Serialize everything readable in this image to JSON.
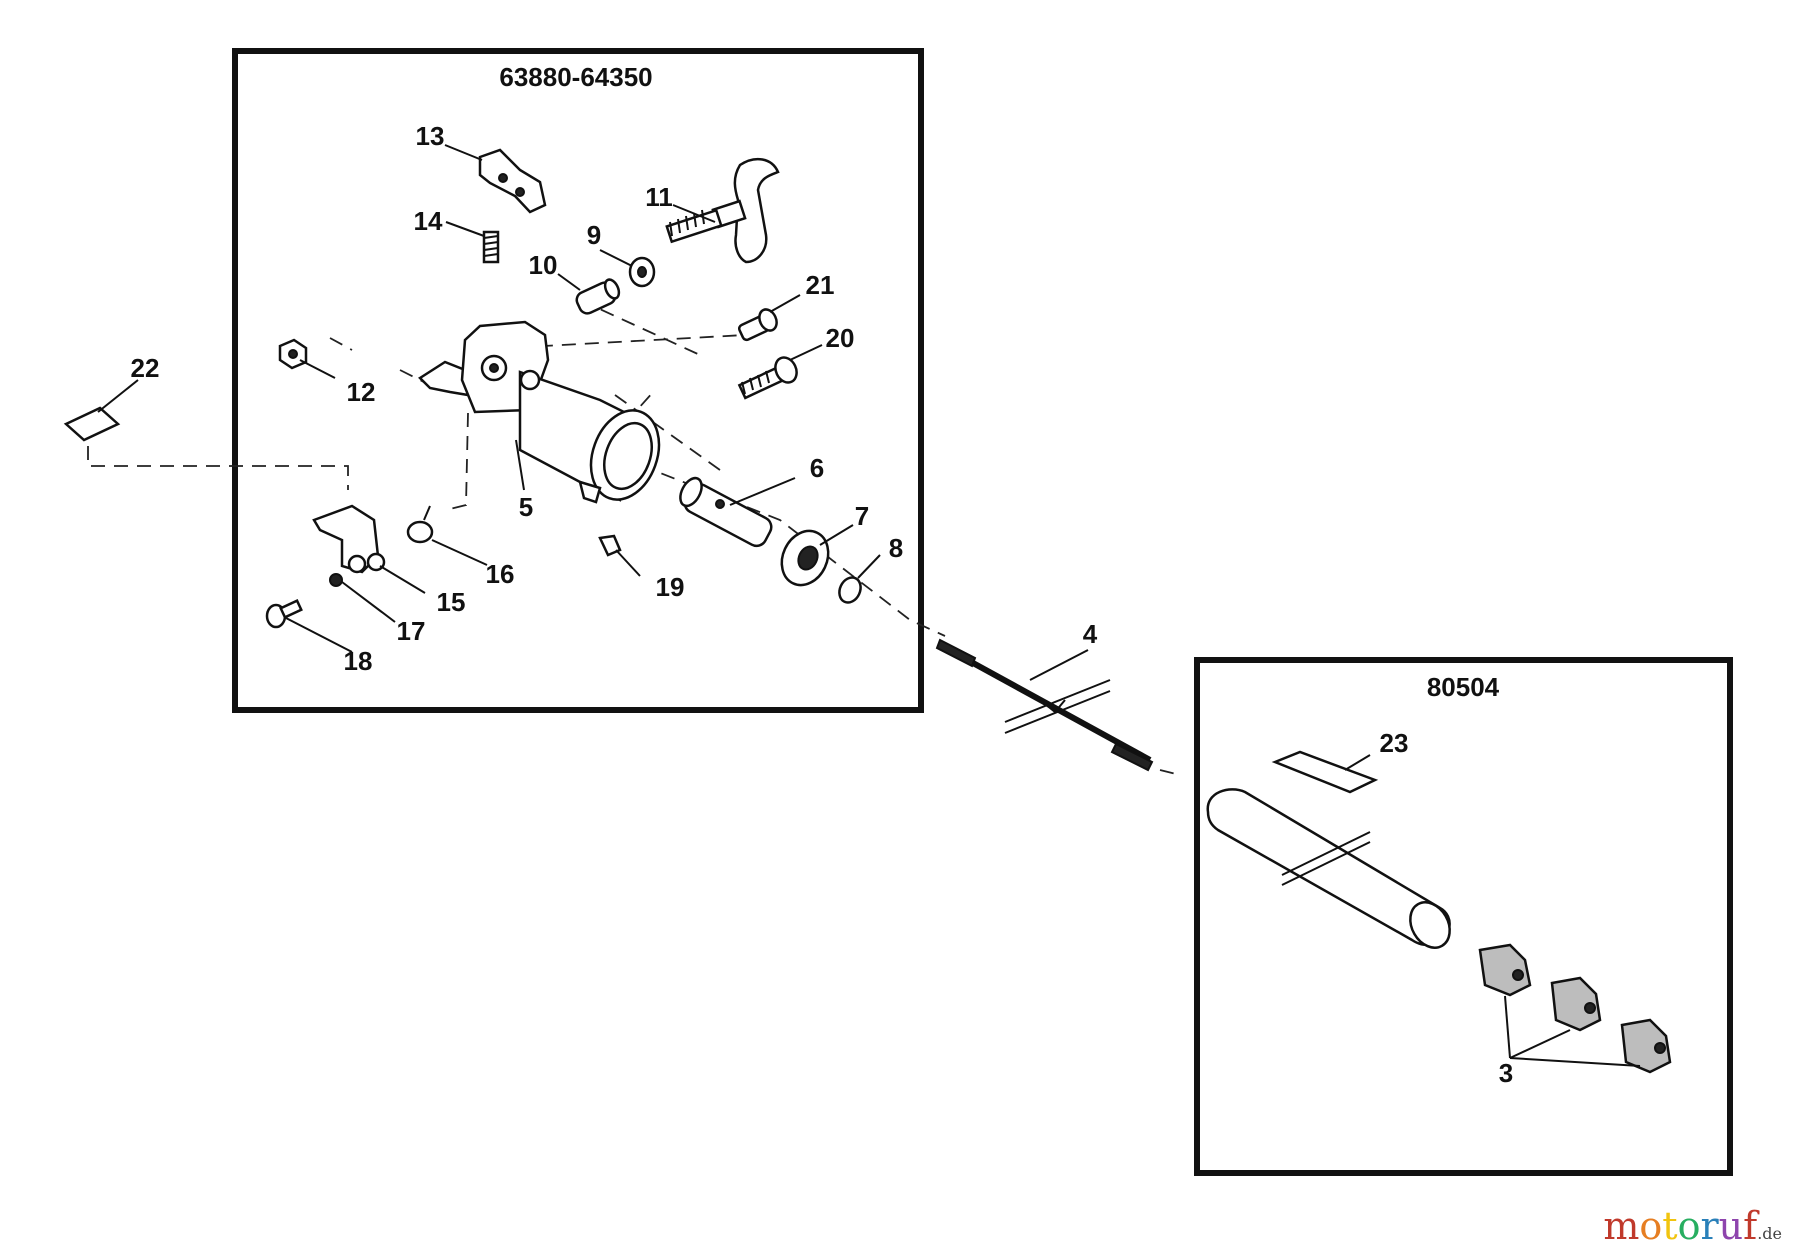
{
  "boxes": {
    "upper": {
      "title": "63880-64350"
    },
    "lower": {
      "title": "80504"
    }
  },
  "labels": {
    "p3": "3",
    "p4": "4",
    "p5": "5",
    "p6": "6",
    "p7": "7",
    "p8": "8",
    "p9": "9",
    "p10": "10",
    "p11": "11",
    "p12": "12",
    "p13": "13",
    "p14": "14",
    "p15": "15",
    "p16": "16",
    "p17": "17",
    "p18": "18",
    "p19": "19",
    "p20": "20",
    "p21": "21",
    "p22": "22",
    "p23": "23"
  },
  "watermark": {
    "text": "motoruf",
    "tld": ".de"
  }
}
